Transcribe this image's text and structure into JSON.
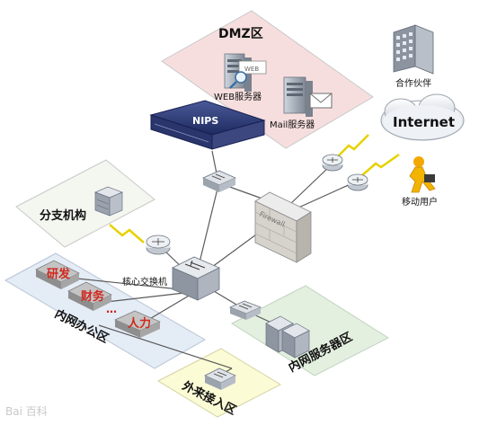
{
  "zones": {
    "dmz": "DMZ区",
    "branch": "分支机构",
    "office": "内网办公区",
    "server_zone": "内网服务器区",
    "guest": "外来接入区"
  },
  "devices": {
    "web_server": "WEB服务器",
    "web_tag": "WEB",
    "mail_server": "Mail服务器",
    "nips": "NIPS",
    "partner": "合作伙伴",
    "internet": "Internet",
    "mobile_user": "移动用户",
    "firewall": "Firewall",
    "core_switch": "核心交换机"
  },
  "departments": {
    "rd": "研发",
    "finance": "财务",
    "dots": "…",
    "hr": "人力"
  },
  "watermark": "Bai 百科",
  "colors": {
    "dmz_fill": "#f7dede",
    "branch_fill": "#f4f6f0",
    "office_fill": "#e4ecf6",
    "server_fill": "#e3f0e0",
    "guest_fill": "#fbfbd6",
    "accent_red": "#d0271d",
    "device_gray": "#9aa2ad",
    "lightning": "#e6d200"
  }
}
